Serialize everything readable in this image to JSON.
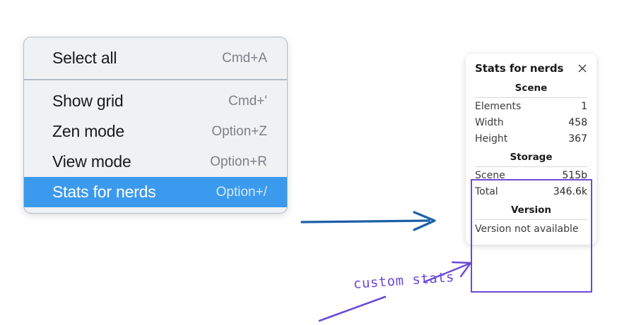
{
  "menu": {
    "groups": [
      {
        "items": [
          {
            "label": "Select all",
            "shortcut": "Cmd+A",
            "selected": false
          }
        ]
      },
      {
        "items": [
          {
            "label": "Show grid",
            "shortcut": "Cmd+'",
            "selected": false
          },
          {
            "label": "Zen mode",
            "shortcut": "Option+Z",
            "selected": false
          },
          {
            "label": "View mode",
            "shortcut": "Option+R",
            "selected": false
          },
          {
            "label": "Stats for nerds",
            "shortcut": "Option+/",
            "selected": true
          }
        ]
      }
    ],
    "highlight_color": "#3b9aee"
  },
  "stats_panel": {
    "title": "Stats for nerds",
    "close_icon": "close-icon",
    "sections": [
      {
        "title": "Scene",
        "rows": [
          {
            "label": "Elements",
            "value": "1"
          },
          {
            "label": "Width",
            "value": "458"
          },
          {
            "label": "Height",
            "value": "367"
          }
        ]
      },
      {
        "title": "Storage",
        "rows": [
          {
            "label": "Scene",
            "value": "515b"
          },
          {
            "label": "Total",
            "value": "346.6k"
          }
        ]
      },
      {
        "title": "Version",
        "plain_rows": [
          "Version not available"
        ]
      }
    ]
  },
  "annotations": {
    "handwriting_label": "custom stats",
    "handwriting_color": "#6a4ad6",
    "arrow_color": "#1b5fa8",
    "highlight_box_color": "#6a4ad6"
  }
}
